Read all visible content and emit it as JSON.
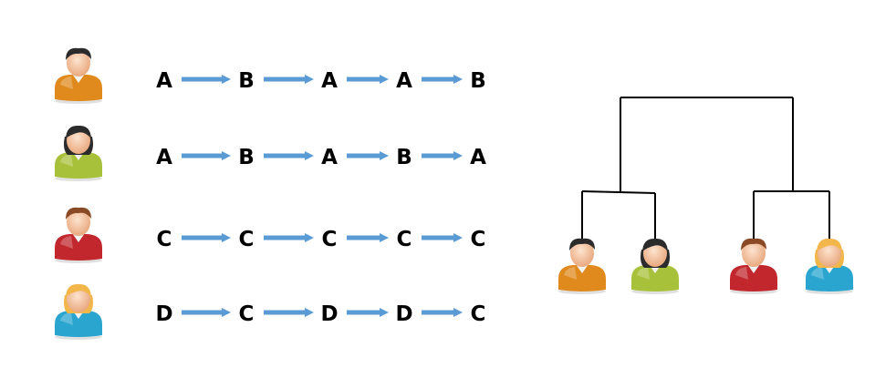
{
  "colors": {
    "arrow": "#5b9bd5",
    "tree_line": "#000000",
    "skin": "#f6c9a5",
    "orange_shirt": "#e08a1e",
    "green_shirt": "#a8c13a",
    "red_shirt": "#c1272d",
    "blue_shirt": "#2aa5cf",
    "hair_black": "#2b2b2b",
    "hair_brown": "#8a4a25",
    "hair_blonde": "#f2b64a"
  },
  "users": [
    {
      "id": "user-1",
      "avatar": "man-orange-shirt-icon",
      "sequence": [
        "A",
        "B",
        "A",
        "A",
        "B"
      ]
    },
    {
      "id": "user-2",
      "avatar": "woman-green-shirt-icon",
      "sequence": [
        "A",
        "B",
        "A",
        "B",
        "A"
      ]
    },
    {
      "id": "user-3",
      "avatar": "man-red-shirt-icon",
      "sequence": [
        "C",
        "C",
        "C",
        "C",
        "C"
      ]
    },
    {
      "id": "user-4",
      "avatar": "woman-blue-shirt-icon",
      "sequence": [
        "D",
        "C",
        "D",
        "D",
        "C"
      ]
    }
  ],
  "dendrogram": {
    "leaves": [
      "user-1",
      "user-2",
      "user-3",
      "user-4"
    ],
    "merges": [
      [
        "user-1",
        "user-2"
      ],
      [
        "user-3",
        "user-4"
      ],
      [
        "cluster-1",
        "cluster-2"
      ]
    ]
  }
}
